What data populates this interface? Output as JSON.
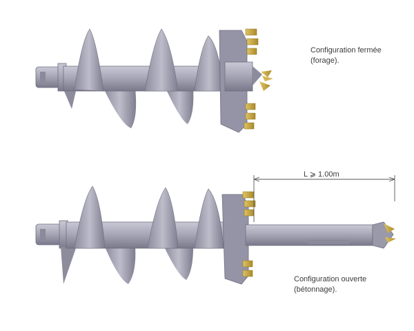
{
  "captions": {
    "closed_line1": "Configuration fermée",
    "closed_line2": "(forage).",
    "open_line1": "Configuration ouverte",
    "open_line2": "(bétonnage)."
  },
  "dimension": {
    "label": "L ⩾ 1.00m"
  },
  "colors": {
    "steel_light": "#b9b8c6",
    "steel_mid": "#9a99a9",
    "steel_dark": "#6f6e80",
    "teeth": "#c8a845",
    "teeth_dark": "#8e7420",
    "dim_line": "#555555"
  }
}
